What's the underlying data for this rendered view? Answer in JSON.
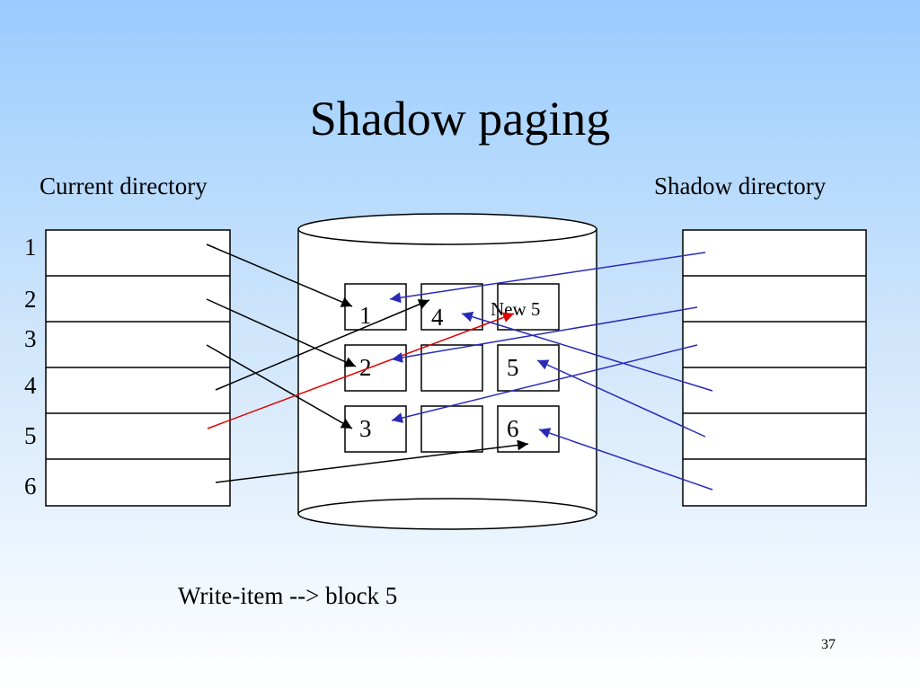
{
  "slide": {
    "title": "Shadow paging",
    "current_directory_label": "Current directory",
    "shadow_directory_label": "Shadow directory",
    "caption": "Write-item --> block 5",
    "page_number": "37"
  },
  "current_directory": {
    "entry_numbers": [
      "1",
      "2",
      "3",
      "4",
      "5",
      "6"
    ]
  },
  "shadow_directory": {
    "entry_count": 6
  },
  "disk_blocks": [
    {
      "id": "b1",
      "label": "1"
    },
    {
      "id": "b4",
      "label": "4"
    },
    {
      "id": "bnew5",
      "label": "New 5"
    },
    {
      "id": "b2",
      "label": "2"
    },
    {
      "id": "bempty1",
      "label": ""
    },
    {
      "id": "b5",
      "label": "5"
    },
    {
      "id": "b3",
      "label": "3"
    },
    {
      "id": "bempty2",
      "label": ""
    },
    {
      "id": "b6",
      "label": "6"
    }
  ],
  "current_pointers": [
    {
      "from_entry": "1",
      "to_block": "1"
    },
    {
      "from_entry": "2",
      "to_block": "2"
    },
    {
      "from_entry": "3",
      "to_block": "3"
    },
    {
      "from_entry": "4",
      "to_block": "4"
    },
    {
      "from_entry": "5",
      "to_block": "New 5"
    },
    {
      "from_entry": "6",
      "to_block": "6"
    }
  ],
  "shadow_pointers": [
    {
      "from_entry": "1",
      "to_block": "1"
    },
    {
      "from_entry": "2",
      "to_block": "2"
    },
    {
      "from_entry": "3",
      "to_block": "3"
    },
    {
      "from_entry": "4",
      "to_block": "4"
    },
    {
      "from_entry": "5",
      "to_block": "5"
    },
    {
      "from_entry": "6",
      "to_block": "6"
    }
  ],
  "colors": {
    "current_arrow": "#000000",
    "changed_arrow": "#e00000",
    "shadow_arrow": "#2a2ab8",
    "outline": "#000000",
    "fill": "#ffffff"
  }
}
